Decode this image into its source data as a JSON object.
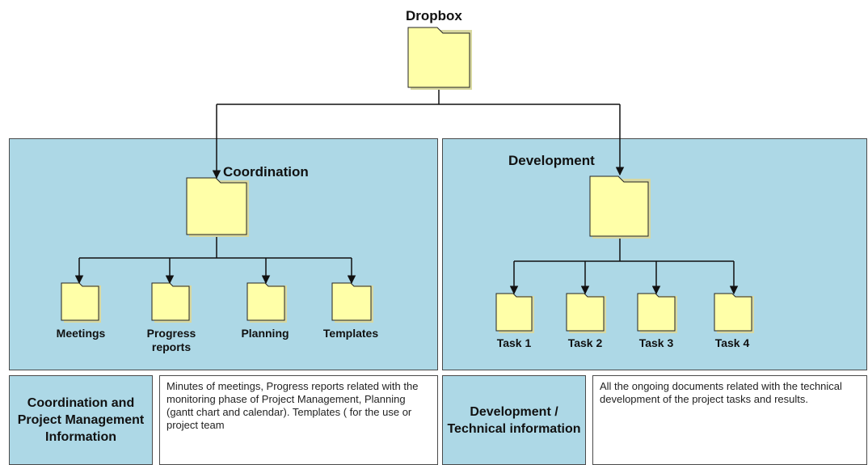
{
  "root": {
    "label": "Dropbox"
  },
  "coordination": {
    "label": "Coordination",
    "children": [
      "Meetings",
      "Progress reports",
      "Planning",
      "Templates"
    ]
  },
  "development": {
    "label": "Development",
    "children": [
      "Task 1",
      "Task 2",
      "Task 3",
      "Task 4"
    ]
  },
  "info": {
    "coordination_heading": "Coordination and Project Management Information",
    "coordination_text": "Minutes of meetings, Progress reports related with the monitoring phase of Project Management, Planning (gantt chart and calendar). Templates ( for the use or project team",
    "development_heading": "Development / Technical information",
    "development_text": "All the ongoing documents related with the technical development of the project tasks and results."
  },
  "colors": {
    "panel": "#add8e6",
    "folder_fill": "#ffffa8",
    "folder_shadow": "#d8d8a0",
    "line": "#111111"
  }
}
